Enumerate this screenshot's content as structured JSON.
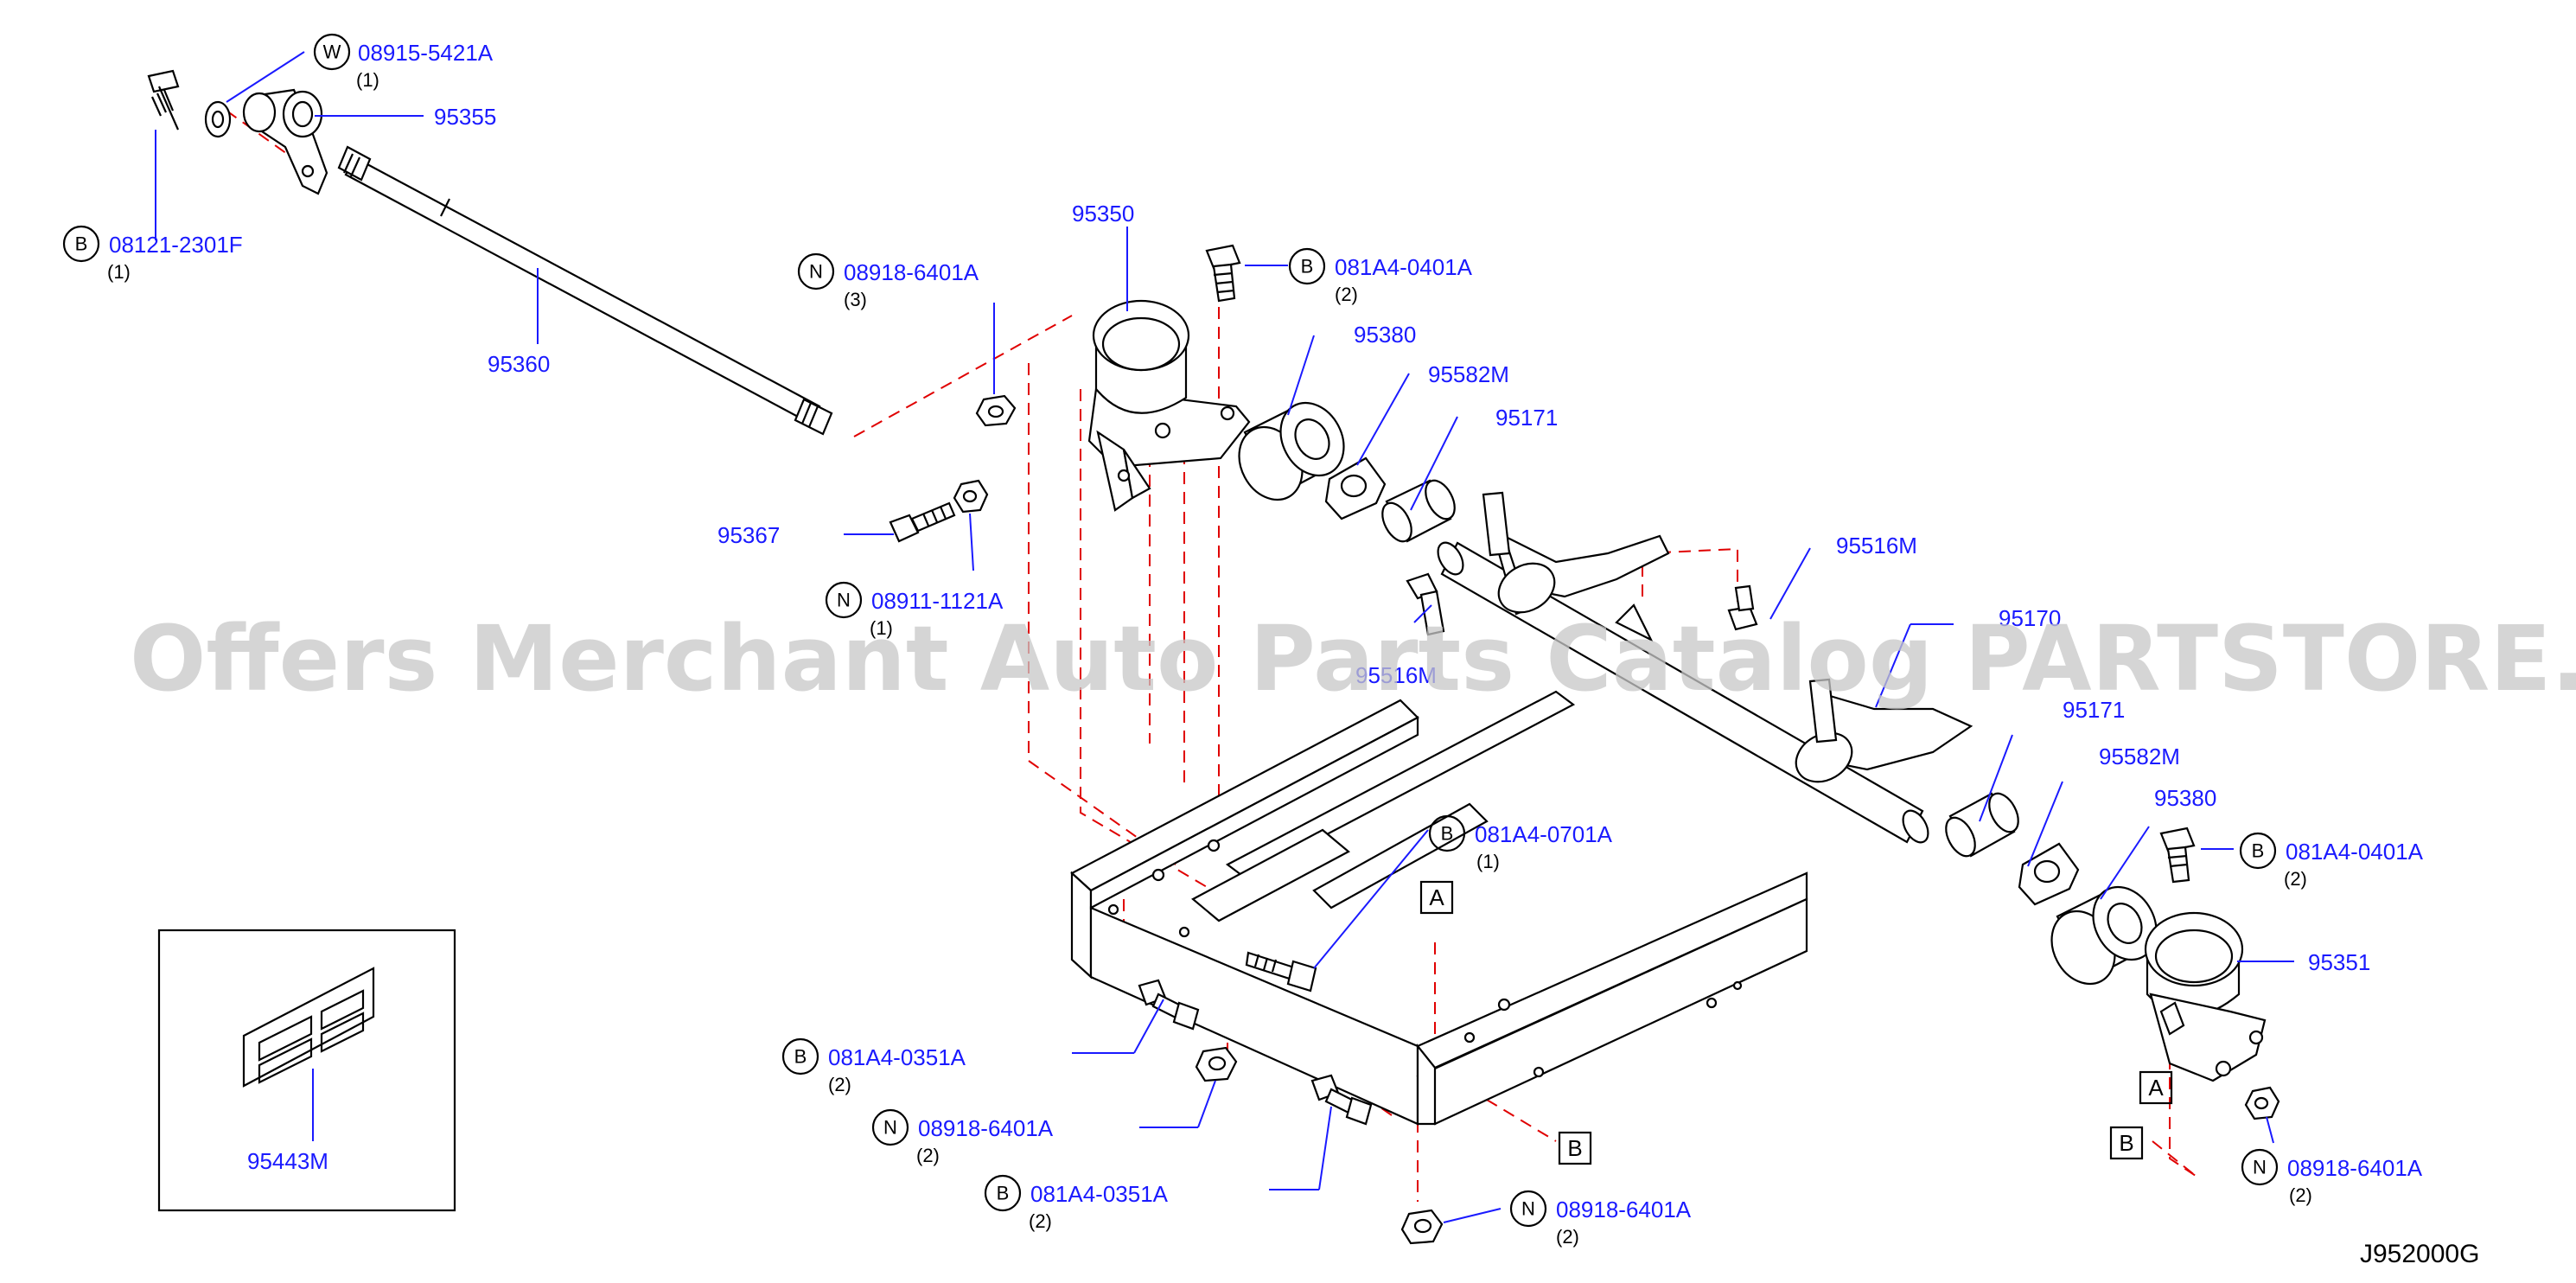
{
  "diagram_code": "J952000G",
  "watermark": "Offers Merchant Auto Parts Catalog PARTSTORE.SA",
  "callouts": [
    {
      "id": "c1",
      "prefix": "W",
      "part": "08915-5421A",
      "qty": "(1)"
    },
    {
      "id": "c2",
      "prefix": "",
      "part": "95355",
      "qty": ""
    },
    {
      "id": "c3",
      "prefix": "B",
      "part": "08121-2301F",
      "qty": "(1)"
    },
    {
      "id": "c4",
      "prefix": "",
      "part": "95360",
      "qty": ""
    },
    {
      "id": "c5",
      "prefix": "",
      "part": "95350",
      "qty": ""
    },
    {
      "id": "c6",
      "prefix": "N",
      "part": "08918-6401A",
      "qty": "(3)"
    },
    {
      "id": "c7",
      "prefix": "B",
      "part": "081A4-0401A",
      "qty": "(2)"
    },
    {
      "id": "c8",
      "prefix": "",
      "part": "95380",
      "qty": ""
    },
    {
      "id": "c9",
      "prefix": "",
      "part": "95582M",
      "qty": ""
    },
    {
      "id": "c10",
      "prefix": "",
      "part": "95171",
      "qty": ""
    },
    {
      "id": "c11",
      "prefix": "",
      "part": "95367",
      "qty": ""
    },
    {
      "id": "c12",
      "prefix": "N",
      "part": "08911-1121A",
      "qty": "(1)"
    },
    {
      "id": "c13",
      "prefix": "",
      "part": "95516M",
      "qty": ""
    },
    {
      "id": "c14",
      "prefix": "",
      "part": "95516M",
      "qty": ""
    },
    {
      "id": "c15",
      "prefix": "",
      "part": "95170",
      "qty": ""
    },
    {
      "id": "c16",
      "prefix": "",
      "part": "95171",
      "qty": ""
    },
    {
      "id": "c17",
      "prefix": "",
      "part": "95582M",
      "qty": ""
    },
    {
      "id": "c18",
      "prefix": "",
      "part": "95380",
      "qty": ""
    },
    {
      "id": "c19",
      "prefix": "B",
      "part": "081A4-0401A",
      "qty": "(2)"
    },
    {
      "id": "c20",
      "prefix": "",
      "part": "95351",
      "qty": ""
    },
    {
      "id": "c21",
      "prefix": "B",
      "part": "081A4-0701A",
      "qty": "(1)"
    },
    {
      "id": "c22",
      "prefix": "B",
      "part": "081A4-0351A",
      "qty": "(2)"
    },
    {
      "id": "c23",
      "prefix": "N",
      "part": "08918-6401A",
      "qty": "(2)"
    },
    {
      "id": "c24",
      "prefix": "B",
      "part": "081A4-0351A",
      "qty": "(2)"
    },
    {
      "id": "c25",
      "prefix": "N",
      "part": "08918-6401A",
      "qty": "(2)"
    },
    {
      "id": "c26",
      "prefix": "N",
      "part": "08918-6401A",
      "qty": "(2)"
    },
    {
      "id": "c27",
      "prefix": "",
      "part": "95443M",
      "qty": ""
    }
  ],
  "ref_marks": [
    {
      "id": "r1",
      "text": "A"
    },
    {
      "id": "r2",
      "text": "B"
    },
    {
      "id": "r3",
      "text": "A"
    },
    {
      "id": "r4",
      "text": "B"
    }
  ],
  "colors": {
    "label": "#1a1aff",
    "dashed_line": "#e00000",
    "part_outline": "#000000"
  }
}
